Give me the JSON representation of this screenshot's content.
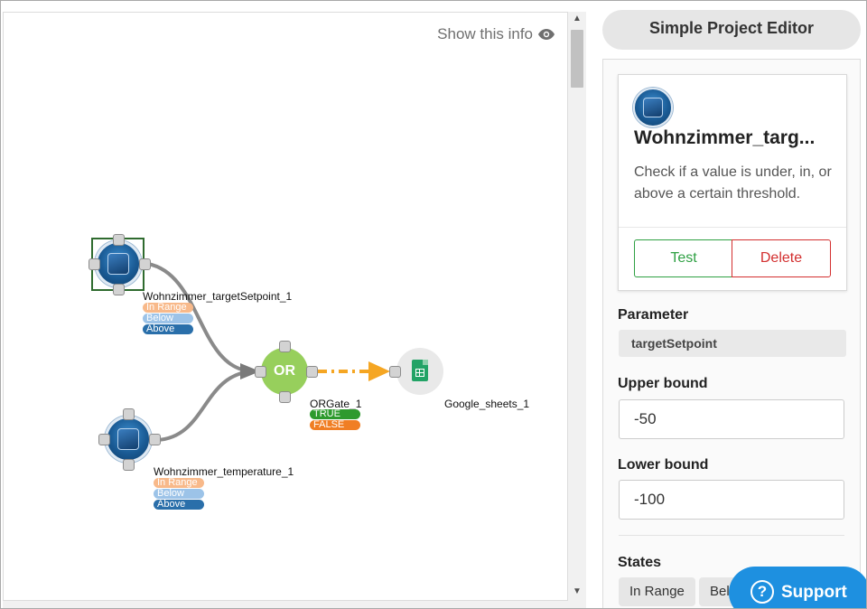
{
  "canvas": {
    "show_info_label": "Show this info",
    "nodes": {
      "target_setpoint": {
        "label": "Wohnzimmer_targetSetpoint_1",
        "tags": [
          "In Range",
          "Below",
          "Above"
        ]
      },
      "temperature": {
        "label": "Wohnzimmer_temperature_1",
        "tags": [
          "In Range",
          "Below",
          "Above"
        ]
      },
      "or_gate": {
        "symbol": "OR",
        "label": "ORGate_1",
        "tags": [
          "TRUE",
          "FALSE"
        ]
      },
      "google_sheets": {
        "label": "Google_sheets_1"
      }
    }
  },
  "panel": {
    "title": "Simple Project Editor",
    "card": {
      "name": "Wohnzimmer_targ...",
      "description": "Check if a value is under, in, or above a certain threshold.",
      "test_label": "Test",
      "delete_label": "Delete"
    },
    "parameter_label": "Parameter",
    "parameter_value": "targetSetpoint",
    "upper_bound_label": "Upper bound",
    "upper_bound_value": "-50",
    "lower_bound_label": "Lower bound",
    "lower_bound_value": "-100",
    "states_label": "States",
    "states": [
      "In Range",
      "Below"
    ]
  },
  "support_label": "Support",
  "colors": {
    "test": "#2ea043",
    "delete": "#d32f2f",
    "or_node": "#97cf5c",
    "support": "#1e90e0",
    "tag_in_range": "#f8b98a",
    "tag_below": "#9cc3e8",
    "tag_above": "#2a6faa",
    "tag_true": "#2e9a2e",
    "tag_false": "#f07e24",
    "link_dashed": "#f5a623"
  }
}
